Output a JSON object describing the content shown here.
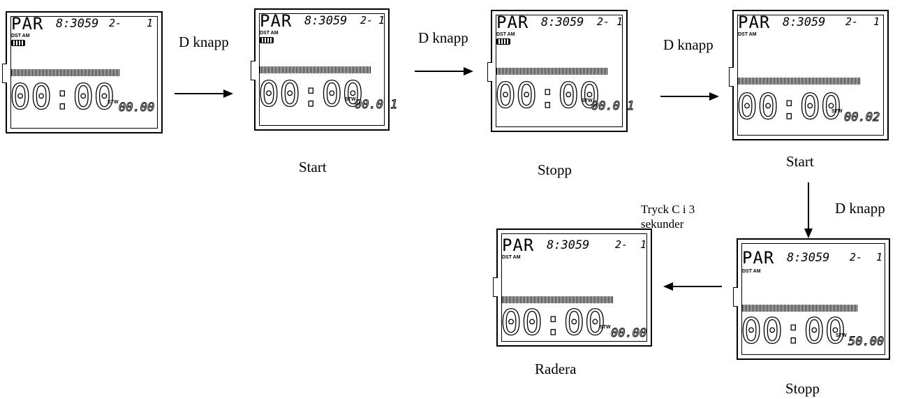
{
  "screens": [
    {
      "name": "screen-1",
      "top_text": "PAR",
      "time": "8:3059",
      "day": "2-",
      "num": "1",
      "dst_label": "DST AM",
      "battery": true,
      "big_digits": "00:00",
      "stw_label": "STW",
      "sub_digits": "00.00"
    },
    {
      "name": "screen-2",
      "top_text": "PAR",
      "time": "8:3059",
      "day": "2-",
      "num": "1",
      "dst_label": "DST AM",
      "battery": true,
      "big_digits": "00:00",
      "stw_label": "STW",
      "sub_digits": "00.0 1"
    },
    {
      "name": "screen-3",
      "top_text": "PAR",
      "time": "8:3059",
      "day": "2-",
      "num": "1",
      "dst_label": "DST AM",
      "battery": true,
      "big_digits": "00:00",
      "stw_label": "STW",
      "sub_digits": "00.0 1"
    },
    {
      "name": "screen-4",
      "top_text": "PAR",
      "time": "8:3059",
      "day": "2-",
      "num": "1",
      "dst_label": "DST AM",
      "battery": false,
      "big_digits": "00:00",
      "stw_label": "STW",
      "sub_digits": "00.02"
    },
    {
      "name": "screen-5",
      "top_text": "PAR",
      "time": "8:3059",
      "day": "2-",
      "num": "1",
      "dst_label": "DST AM",
      "battery": false,
      "big_digits": "00:00",
      "stw_label": "STW",
      "sub_digits": "50.00"
    },
    {
      "name": "screen-6",
      "top_text": "PAR",
      "time": "8:3059",
      "day": "2-",
      "num": "1",
      "dst_label": "DST AM",
      "battery": false,
      "big_digits": "00:00",
      "stw_label": "STW",
      "sub_digits": "00.00"
    }
  ],
  "labels": {
    "d_knapp_1": "D knapp",
    "d_knapp_2": "D knapp",
    "d_knapp_3": "D knapp",
    "d_knapp_4": "D knapp",
    "start_1": "Start",
    "stopp_1": "Stopp",
    "start_2": "Start",
    "stopp_2": "Stopp",
    "radera": "Radera",
    "tryck_line1": "Tryck  C  i  3",
    "tryck_line2": "sekunder"
  }
}
